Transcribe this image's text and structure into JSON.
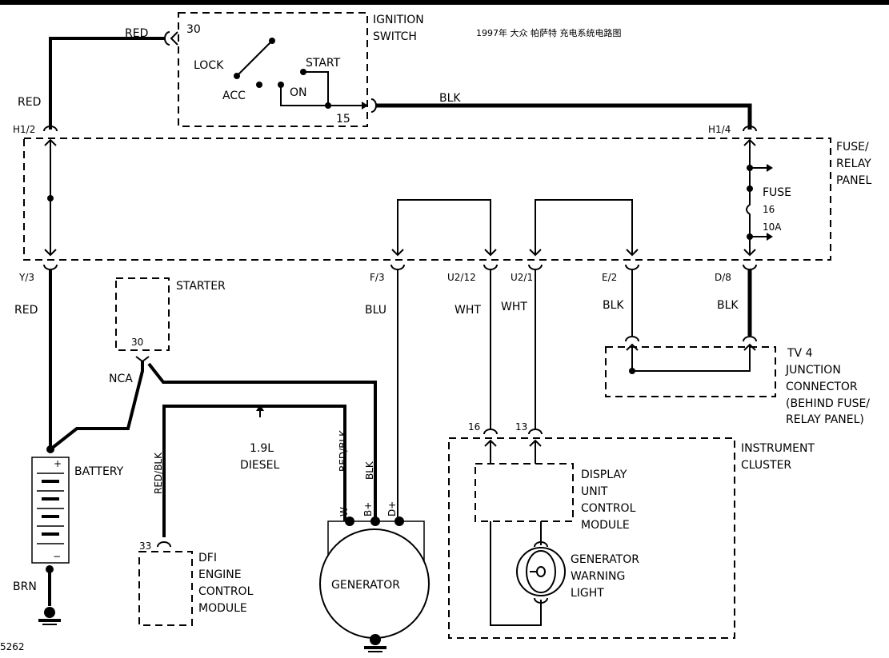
{
  "title": "1997年 大众 帕萨特 充电系统电路图",
  "figure_number": "5262",
  "components": {
    "ignition_switch": {
      "label_1": "IGNITION",
      "label_2": "SWITCH",
      "terminal_30": "30",
      "terminal_15": "15",
      "lock": "LOCK",
      "acc": "ACC",
      "on": "ON",
      "start": "START"
    },
    "fuse_panel": {
      "label_1": "FUSE/",
      "label_2": "RELAY",
      "label_3": "PANEL",
      "fuse_label": "FUSE",
      "fuse_number": "16",
      "fuse_rating": "10A"
    },
    "starter": {
      "label": "STARTER",
      "terminal": "30",
      "nca": "NCA"
    },
    "battery": {
      "label": "BATTERY",
      "plus": "+",
      "minus": "−"
    },
    "junction": {
      "label_1": "TV 4",
      "label_2": "JUNCTION",
      "label_3": "CONNECTOR",
      "label_4": "(BEHIND FUSE/",
      "label_5": "RELAY PANEL)"
    },
    "instrument_cluster": {
      "label_1": "INSTRUMENT",
      "label_2": "CLUSTER",
      "pin_16": "16",
      "pin_13": "13"
    },
    "display_unit": {
      "label_1": "DISPLAY",
      "label_2": "UNIT",
      "label_3": "CONTROL",
      "label_4": "MODULE"
    },
    "warning_light": {
      "label_1": "GENERATOR",
      "label_2": "WARNING",
      "label_3": "LIGHT"
    },
    "dfi_module": {
      "pin": "33",
      "label_1": "DFI",
      "label_2": "ENGINE",
      "label_3": "CONTROL",
      "label_4": "MODULE"
    },
    "generator": {
      "label": "GENERATOR",
      "term_w": "W",
      "term_bplus": "B+",
      "term_dplus": "D+"
    },
    "diesel_note": {
      "label_1": "1.9L",
      "label_2": "DIESEL"
    }
  },
  "connectors": {
    "h1_2": "H1/2",
    "h1_4": "H1/4",
    "y_3": "Y/3",
    "f_3": "F/3",
    "u2_12": "U2/12",
    "u2_1": "U2/1",
    "e_2": "E/2",
    "d_8": "D/8"
  },
  "wires": {
    "red_1": "RED",
    "red_2": "RED",
    "red_3": "RED",
    "blk_1": "BLK",
    "blu": "BLU",
    "wht_1": "WHT",
    "wht_2": "WHT",
    "blk_2": "BLK",
    "blk_3": "BLK",
    "red_blk_1": "RED/BLK",
    "red_blk_2": "RED/BLK",
    "blk_4": "BLK",
    "brn": "BRN"
  }
}
